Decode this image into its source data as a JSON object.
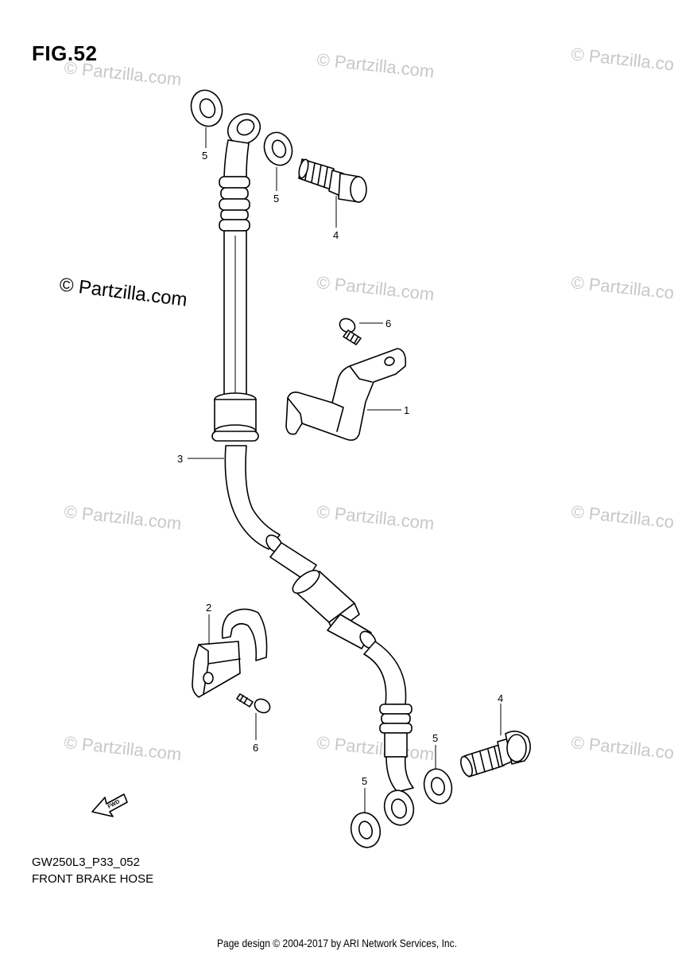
{
  "figure": {
    "title": "FIG.52",
    "code": "GW250L3_P33_052",
    "caption": "FRONT BRAKE HOSE"
  },
  "callouts": {
    "c1": "1",
    "c2": "2",
    "c3": "3",
    "c4a": "4",
    "c4b": "4",
    "c5a": "5",
    "c5b": "5",
    "c5c": "5",
    "c5d": "5",
    "c6a": "6",
    "c6b": "6"
  },
  "fwd_label": "FWD",
  "watermarks": {
    "main": "© Partzilla.com",
    "light": "© Partzilla.com"
  },
  "footer": "Page design © 2004-2017 by ARI Network Services, Inc."
}
